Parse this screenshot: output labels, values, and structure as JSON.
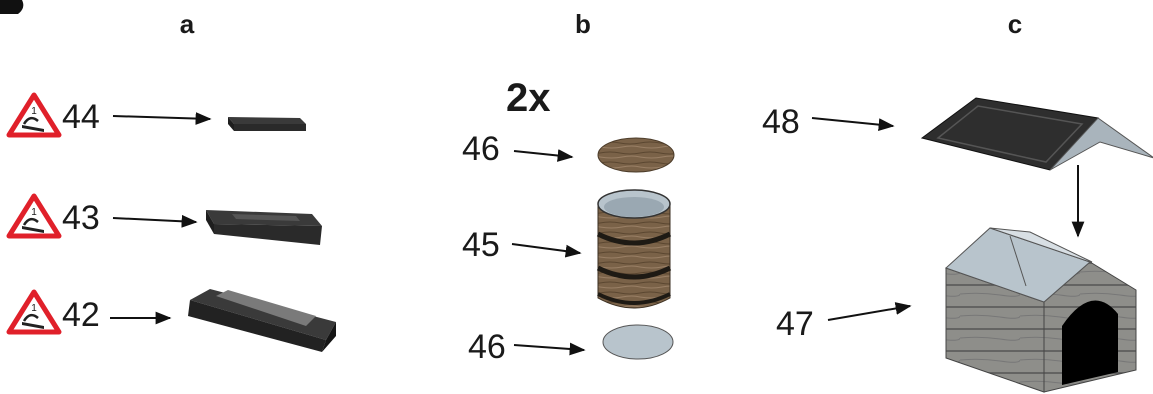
{
  "panels": {
    "a": {
      "header": "a",
      "items": [
        {
          "number": "44",
          "icon": "warning-triangle-icon"
        },
        {
          "number": "43",
          "icon": "warning-triangle-icon"
        },
        {
          "number": "42",
          "icon": "warning-triangle-icon"
        }
      ]
    },
    "b": {
      "header": "b",
      "quantity": "2x",
      "items": [
        {
          "number": "46"
        },
        {
          "number": "45"
        },
        {
          "number": "46"
        }
      ]
    },
    "c": {
      "header": "c",
      "items": [
        {
          "number": "48"
        },
        {
          "number": "47"
        }
      ]
    }
  },
  "colors": {
    "warning_red": "#e0202a",
    "dark_part": "#2f2f2f",
    "wood": "#7a6248",
    "metal": "#b8c4cc"
  }
}
